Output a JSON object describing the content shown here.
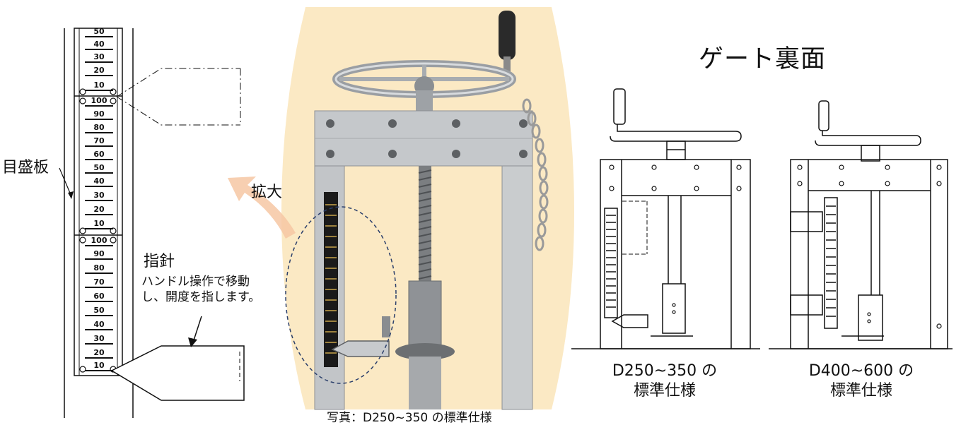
{
  "scale": {
    "label": "目盛板",
    "upper_ticks": [
      "50",
      "40",
      "30",
      "20",
      "10",
      "100",
      "90",
      "80",
      "70",
      "60",
      "50",
      "40",
      "30",
      "20",
      "10"
    ],
    "lower_ticks": [
      "100",
      "90",
      "80",
      "70",
      "60",
      "50",
      "40",
      "30",
      "20",
      "10"
    ]
  },
  "pointer": {
    "title": "指針",
    "desc_line1": "ハンドル操作で移動",
    "desc_line2": "し、開度を指します。"
  },
  "photo": {
    "zoom_label": "拡大",
    "caption": "写真：D250~350 の標準仕様"
  },
  "gate_back": {
    "title": "ゲート裏面",
    "left_caption_line1": "D250~350 の",
    "left_caption_line2": "標準仕様",
    "right_caption_line1": "D400~600 の",
    "right_caption_line2": "標準仕様"
  }
}
